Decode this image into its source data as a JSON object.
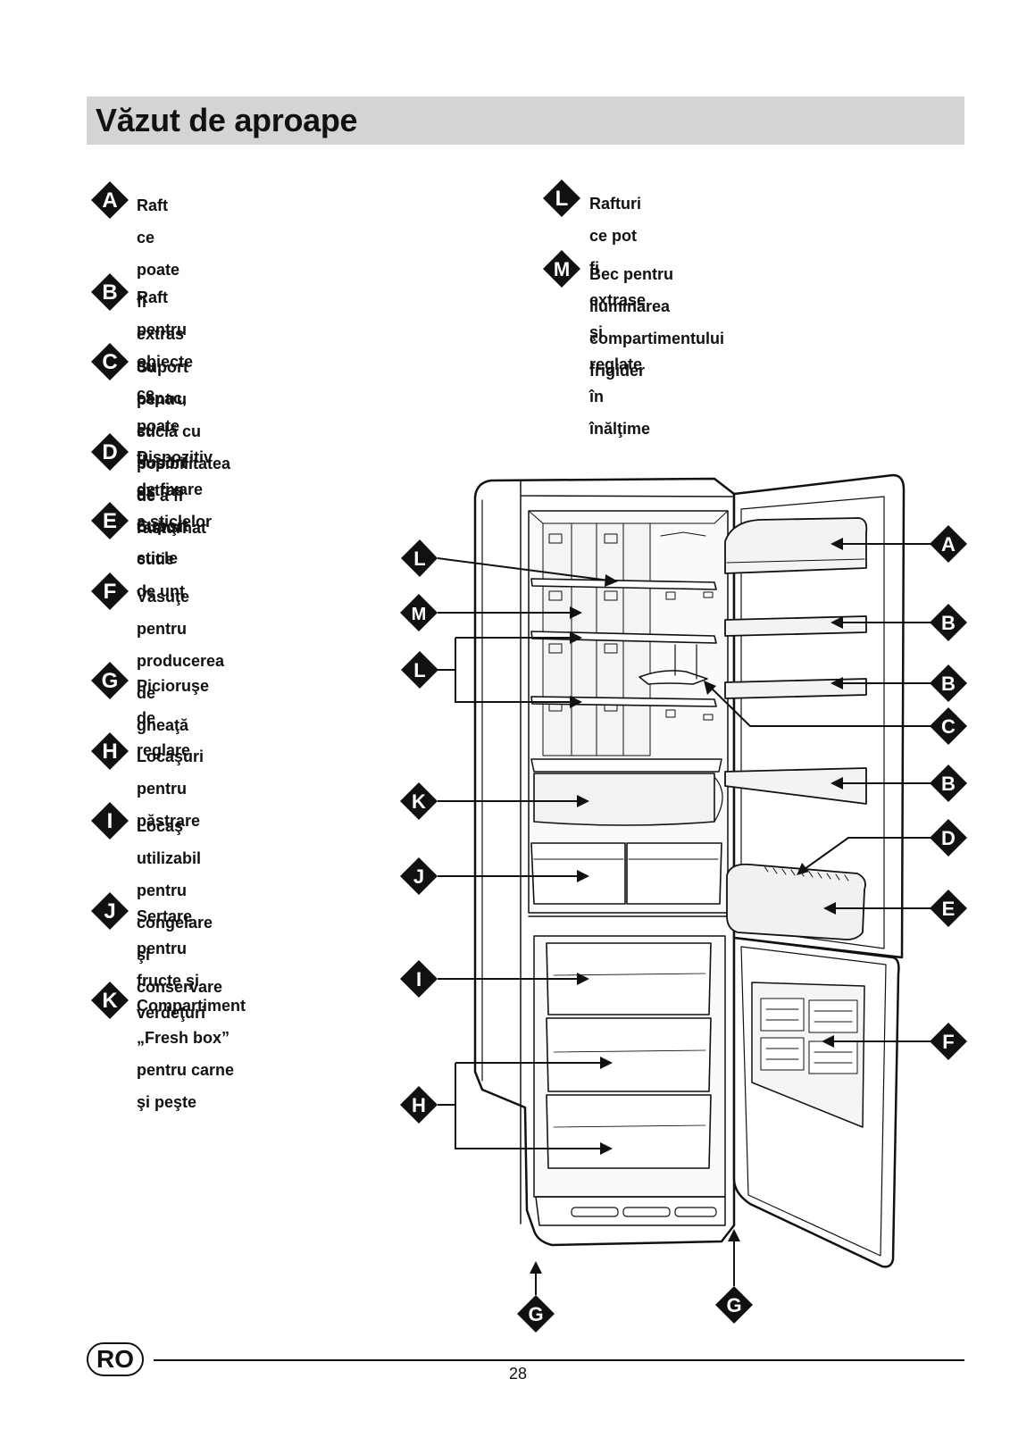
{
  "header": {
    "title": "Văzut de aproape"
  },
  "legend": [
    {
      "letter": "A",
      "text_lines": [
        "Raft ce poate fi extras cu capac, cu suport de",
        "ouă şi cutie de unt"
      ]
    },
    {
      "letter": "B",
      "text_lines": [
        "Raft pentru obiecte ce poate fi extras"
      ]
    },
    {
      "letter": "C",
      "text_lines": [
        "Suport pentru sticlă cu posibilitatea de a fi",
        "răsturnat"
      ]
    },
    {
      "letter": "D",
      "text_lines": [
        "Dispozitiv de fixare a sticlelor"
      ]
    },
    {
      "letter": "E",
      "text_lines": [
        "Suport sticle"
      ]
    },
    {
      "letter": "F",
      "text_lines": [
        "Văsuţe pentru producerea de",
        "gheaţă"
      ]
    },
    {
      "letter": "G",
      "text_lines": [
        "Picioruşe de reglare"
      ]
    },
    {
      "letter": "H",
      "text_lines": [
        "Locaşuri pentru păstrare"
      ]
    },
    {
      "letter": "I",
      "text_lines": [
        "Locaş utilizabil pentru",
        "congelare şi conservare"
      ]
    },
    {
      "letter": "J",
      "text_lines": [
        "Sertare pentru fructe şi",
        "verdeţuri"
      ]
    },
    {
      "letter": "K",
      "text_lines": [
        "Compartiment „Fresh box”",
        "pentru carne şi peşte"
      ]
    },
    {
      "letter": "L",
      "text_lines": [
        "Rafturi ce pot fi extrase şi reglate în înălţime"
      ]
    },
    {
      "letter": "M",
      "text_lines": [
        "Bec pentru iluminarea compartimentului",
        "frigider"
      ]
    }
  ],
  "diagram_callouts": [
    "L",
    "M",
    "L",
    "K",
    "J",
    "I",
    "H",
    "A",
    "B",
    "B",
    "C",
    "B",
    "D",
    "E",
    "F",
    "G",
    "G"
  ],
  "footer": {
    "country_code": "RO",
    "page_number": "28"
  }
}
